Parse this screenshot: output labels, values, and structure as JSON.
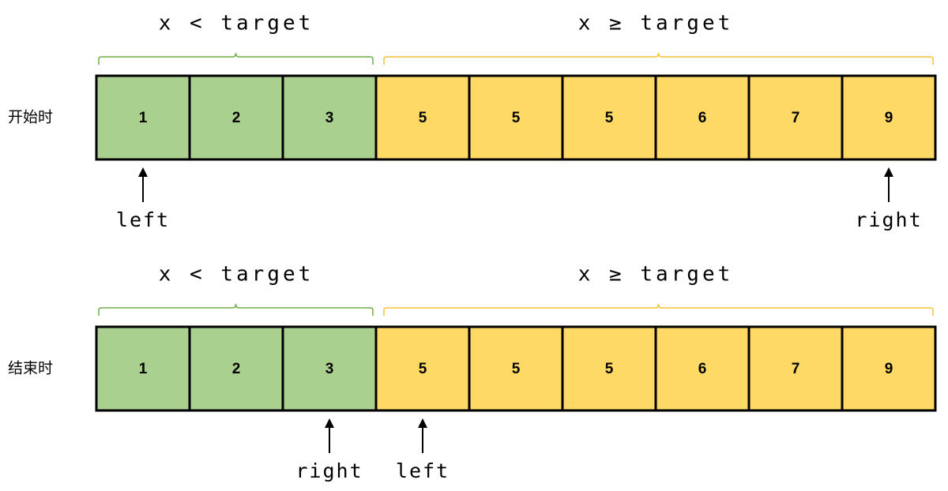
{
  "colors": {
    "less": "#a9d08e",
    "geq": "#ffd966",
    "brace_less": "#70ad47",
    "brace_geq": "#f4c430",
    "border": "#000000"
  },
  "conditions": {
    "less": "x < target",
    "geq": "x ≥ target"
  },
  "array_values": [
    1,
    2,
    3,
    5,
    5,
    5,
    6,
    7,
    9
  ],
  "less_count": 3,
  "rows": [
    {
      "label": "开始时",
      "pointers": [
        {
          "name": "left",
          "index": 0
        },
        {
          "name": "right",
          "index": 8
        }
      ]
    },
    {
      "label": "结束时",
      "pointers": [
        {
          "name": "right",
          "index": 2
        },
        {
          "name": "left",
          "index": 3
        }
      ]
    }
  ]
}
